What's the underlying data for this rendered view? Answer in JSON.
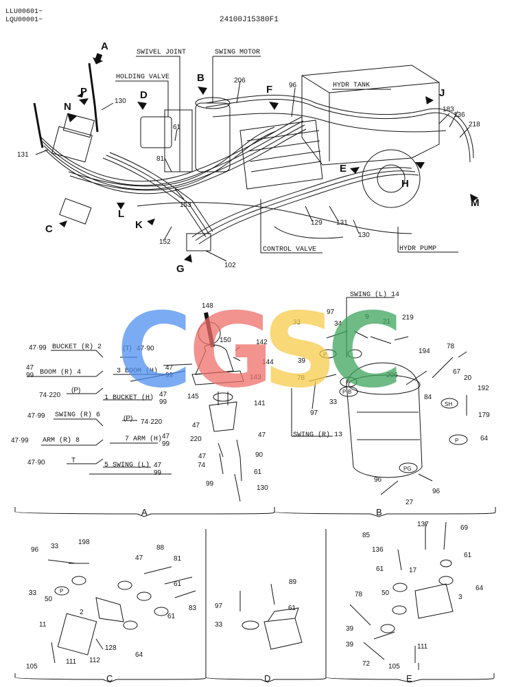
{
  "header": {
    "serial_1": "LLU00601~",
    "serial_2": "LQU00001~",
    "part_number": "24100J15380F1"
  },
  "overview_labels": {
    "swivel_joint": "SWIVEL JOINT",
    "swing_motor": "SWING MOTOR",
    "holding_valve": "HOLDING VALVE",
    "hydr_tank": "HYDR TANK",
    "control_valve": "CONTROL VALVE",
    "hydr_pump": "HYDR PUMP"
  },
  "view_letters": [
    "A",
    "P",
    "N",
    "B",
    "D",
    "F",
    "J",
    "E",
    "H",
    "M",
    "C",
    "L",
    "K",
    "G"
  ],
  "overview_refs": [
    "130",
    "131",
    "206",
    "96",
    "61",
    "81",
    "183",
    "136",
    "218",
    "153",
    "152",
    "129",
    "131",
    "130",
    "102"
  ],
  "section_a": {
    "caption": "A",
    "ports": [
      {
        "ref": "47·99",
        "label": "BUCKET (R) 2"
      },
      {
        "ref": "47·90",
        "label": "(T)"
      },
      {
        "ref": "47\n99",
        "label": "BOOM (R) 4"
      },
      {
        "ref": "47\n99",
        "label": "3 BOOM (H)"
      },
      {
        "ref": "74·220",
        "label": "(P)"
      },
      {
        "ref": "47\n99",
        "label": "1 BUCKET (H)"
      },
      {
        "ref": "47·99",
        "label": "SWING (R) 6"
      },
      {
        "ref": "74·220",
        "label": "(P)"
      },
      {
        "ref": "47·99",
        "label": "ARM (R) 8"
      },
      {
        "ref": "47\n99",
        "label": "7 ARM (H)"
      },
      {
        "ref": "47·90",
        "label": "T"
      },
      {
        "ref": "47\n99",
        "label": "5 SWING (L)"
      }
    ],
    "parts": [
      "148",
      "150",
      "142",
      "144",
      "143",
      "145",
      "141",
      "47",
      "220",
      "47",
      "74",
      "90",
      "61",
      "99",
      "130"
    ]
  },
  "section_b": {
    "caption": "B",
    "swing_l": "SWING (L) 14",
    "swing_r": "SWING (R) 13",
    "parts": [
      "97",
      "9",
      "21",
      "219",
      "33",
      "34",
      "39",
      "78",
      "33",
      "97",
      "206",
      "194",
      "78",
      "67",
      "20",
      "192",
      "84",
      "179",
      "64",
      "96",
      "96",
      "27"
    ],
    "port_labels": [
      "P",
      "P",
      "P·B",
      "SH",
      "P",
      "PG"
    ]
  },
  "section_c": {
    "caption": "C",
    "parts": [
      "96",
      "33",
      "198",
      "33",
      "50",
      "88",
      "47",
      "81",
      "61",
      "61",
      "83",
      "2",
      "11",
      "128",
      "105",
      "111",
      "112",
      "64"
    ],
    "port_label": "P"
  },
  "section_d": {
    "caption": "D",
    "parts": [
      "97",
      "33",
      "89",
      "61"
    ]
  },
  "section_e": {
    "caption": "E",
    "parts": [
      "85",
      "137",
      "69",
      "136",
      "61",
      "17",
      "61",
      "64",
      "78",
      "50",
      "3",
      "39",
      "39",
      "72",
      "111",
      "105"
    ]
  },
  "watermark": {
    "letters": [
      "C",
      "G",
      "S",
      "C"
    ],
    "colors": [
      "#4f8ff0",
      "#ee6f6a",
      "#f6cc4a",
      "#3fa55e"
    ]
  }
}
